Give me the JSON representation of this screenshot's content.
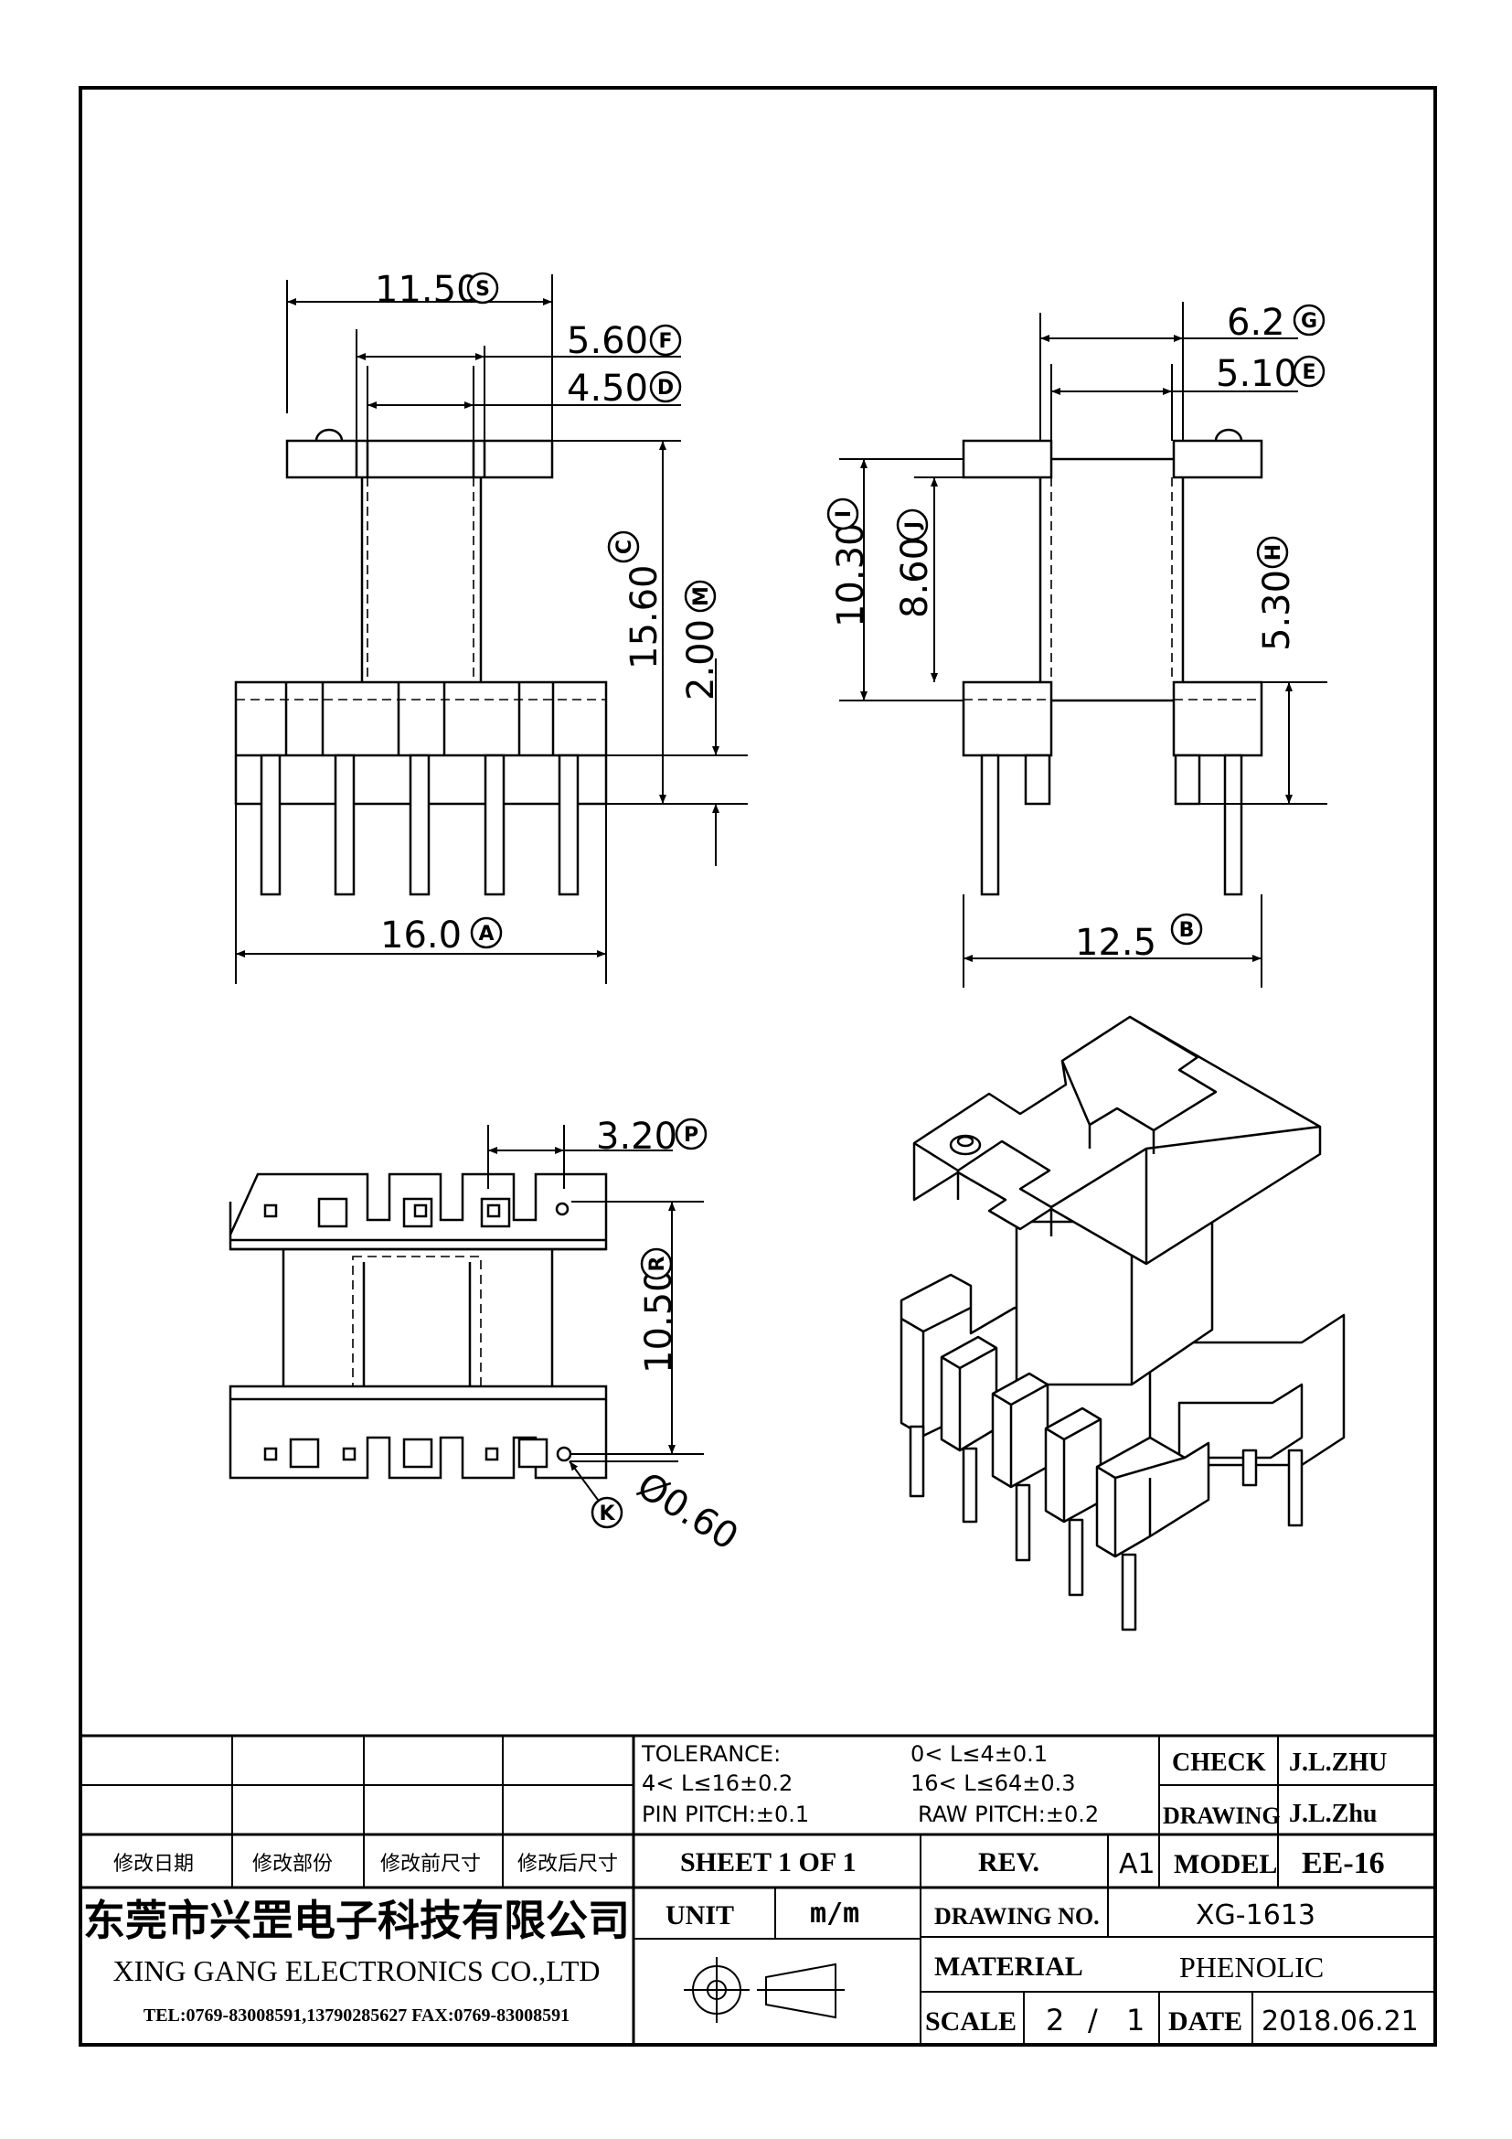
{
  "dimensions": {
    "top_left": {
      "width_s": {
        "value": "11.50",
        "label": "S"
      },
      "width_f": {
        "value": "5.60",
        "label": "F"
      },
      "width_d": {
        "value": "4.50",
        "label": "D"
      },
      "label_c": "C",
      "height_c": {
        "value": "15.60"
      },
      "pin_m": {
        "value": "2.00",
        "label": "M"
      },
      "base_a": {
        "value": "16.0",
        "label": "A"
      }
    },
    "top_right": {
      "width_g": {
        "value": "6.2",
        "label": "G"
      },
      "width_e": {
        "value": "5.10",
        "label": "E"
      },
      "height_i": {
        "value": "10.30",
        "label": "I"
      },
      "height_j": {
        "value": "8.60",
        "label": "J"
      },
      "height_h": {
        "value": "5.30",
        "label": "H"
      },
      "base_b": {
        "value": "12.5",
        "label": "B"
      }
    },
    "bottom_left": {
      "pitch_p": {
        "value": "3.20",
        "label": "P"
      },
      "height_r": {
        "value": "10.50",
        "label": "R"
      },
      "pin_dia": {
        "value": "Ø0.60"
      },
      "label_k": "K"
    }
  },
  "title_block": {
    "revision_headers": [
      "修改日期",
      "修改部份",
      "修改前尺寸",
      "修改后尺寸"
    ],
    "tolerance": {
      "title": "TOLERANCE:",
      "r1": "0< L≤4±0.1",
      "r2": "4< L≤16±0.2",
      "r3": "16< L≤64±0.3",
      "pin_pitch": "PIN PITCH:±0.1",
      "raw_pitch": "RAW PITCH:±0.2"
    },
    "check_label": "CHECK",
    "check_value": "J.L.ZHU",
    "drawing_label": "DRAWING",
    "drawing_value": "J.L.Zhu",
    "sheet": "SHEET 1 OF 1",
    "rev_label": "REV.",
    "rev_value": "A1",
    "model_label": "MODEL",
    "model_value": "EE-16",
    "company_cn": "东莞市兴罡电子科技有限公司",
    "company_en": "XING GANG ELECTRONICS CO.,LTD",
    "contact": "TEL:0769-83008591,13790285627 FAX:0769-83008591",
    "unit_label": "UNIT",
    "unit_value": "m/m",
    "drawing_no_label": "DRAWING NO.",
    "drawing_no_value": "XG-1613",
    "material_label": "MATERIAL",
    "material_value": "PHENOLIC",
    "scale_label": "SCALE",
    "scale_num": "2",
    "scale_sep": "/",
    "scale_den": "1",
    "date_label": "DATE",
    "date_value": "2018.06.21"
  },
  "colors": {
    "ink": "#000000",
    "paper": "#ffffff"
  }
}
